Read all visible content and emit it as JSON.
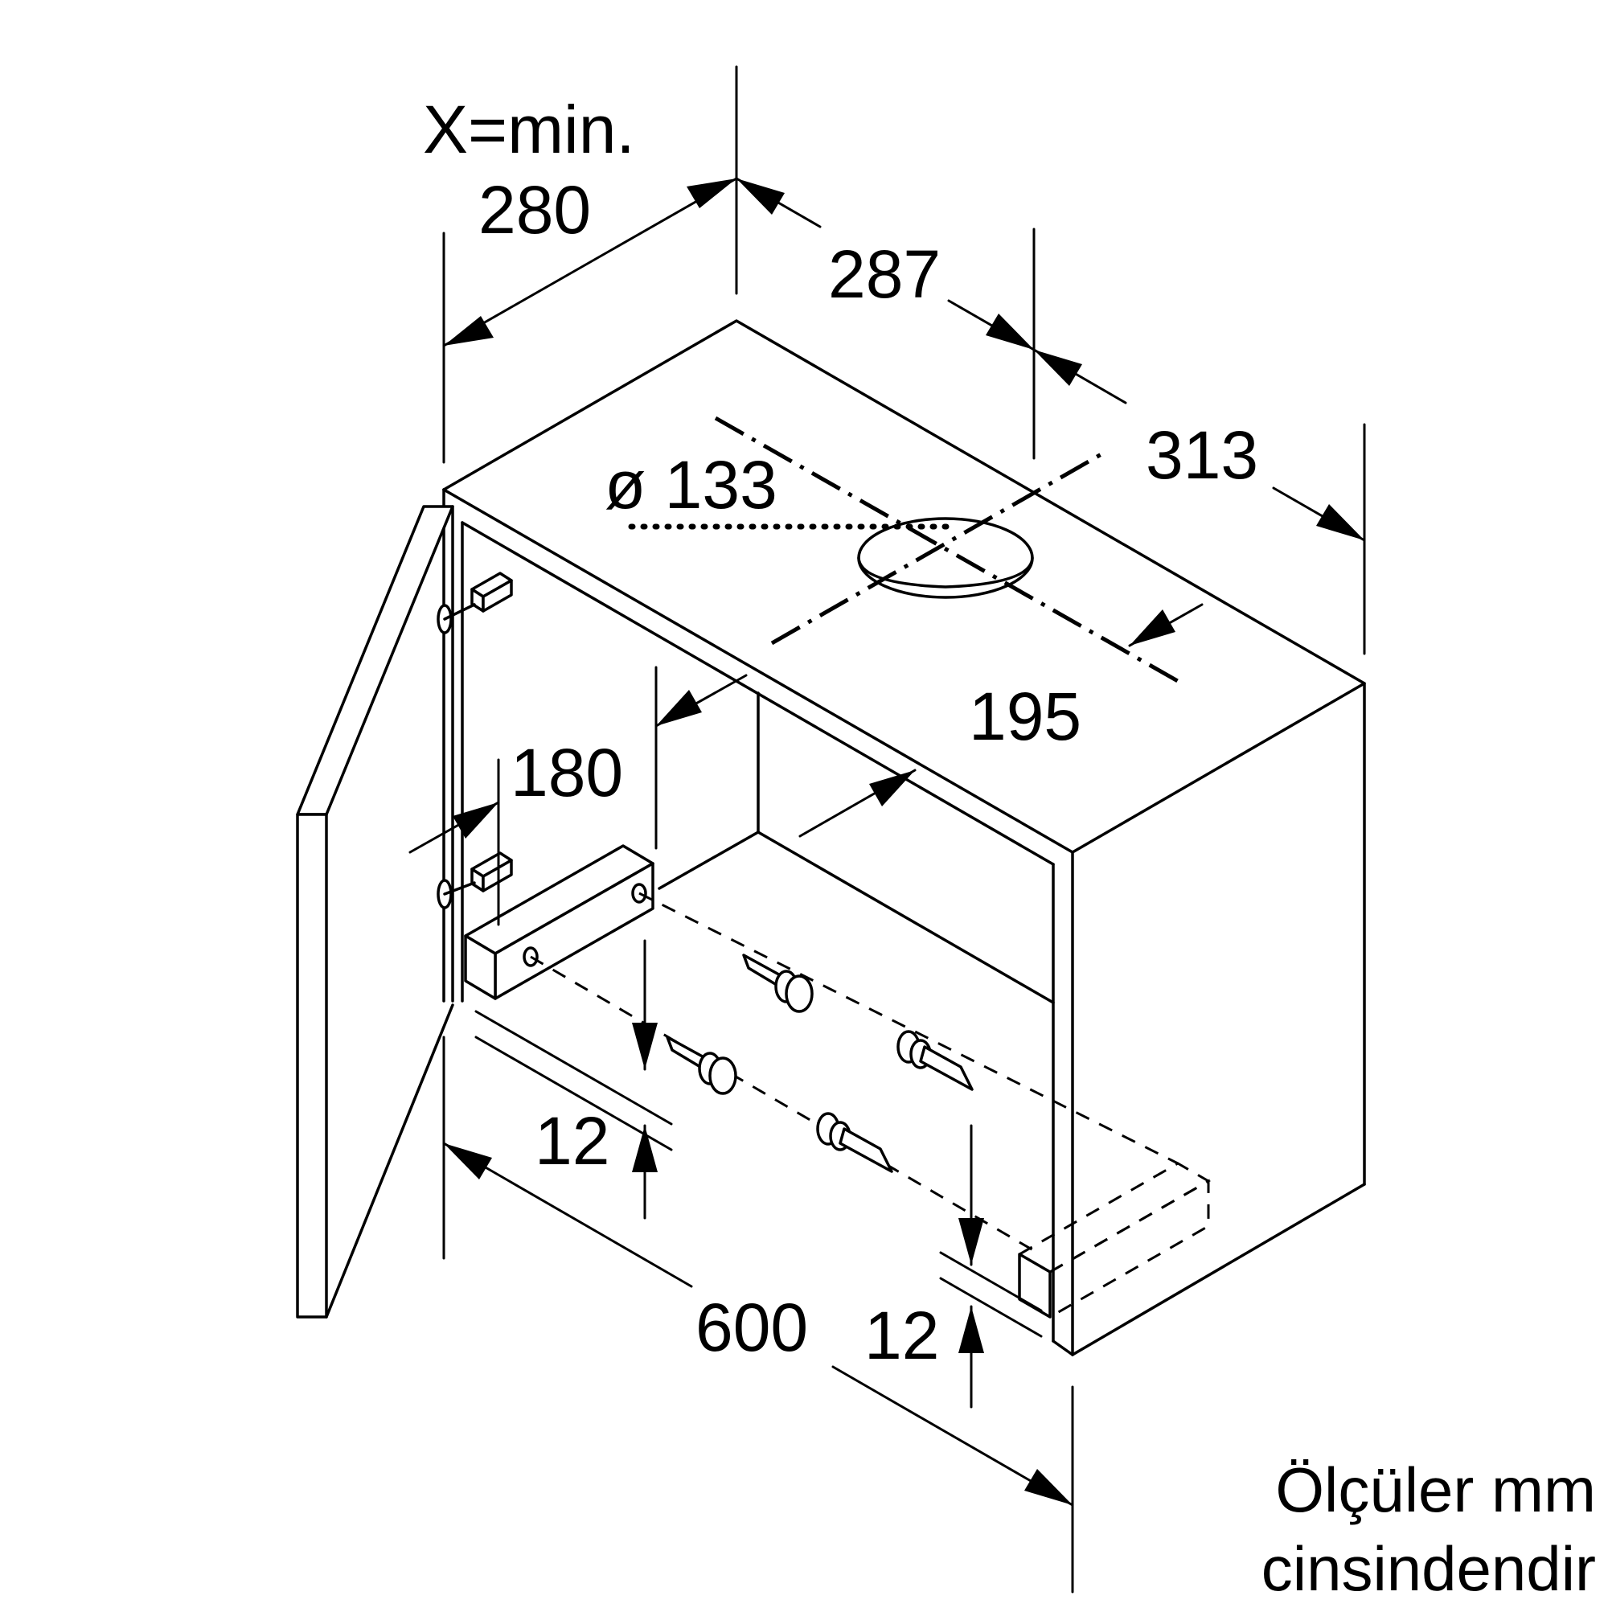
{
  "dimensions": {
    "x_min_label": "X=min.",
    "x_min_value": "280",
    "depth_top": "287",
    "depth_side": "313",
    "diameter": "ø 133",
    "offset_195": "195",
    "height_180": "180",
    "width_600": "600",
    "thickness_left": "12",
    "thickness_right": "12"
  },
  "note": {
    "line1": "Ölçüler mm",
    "line2": "cinsindendir"
  }
}
